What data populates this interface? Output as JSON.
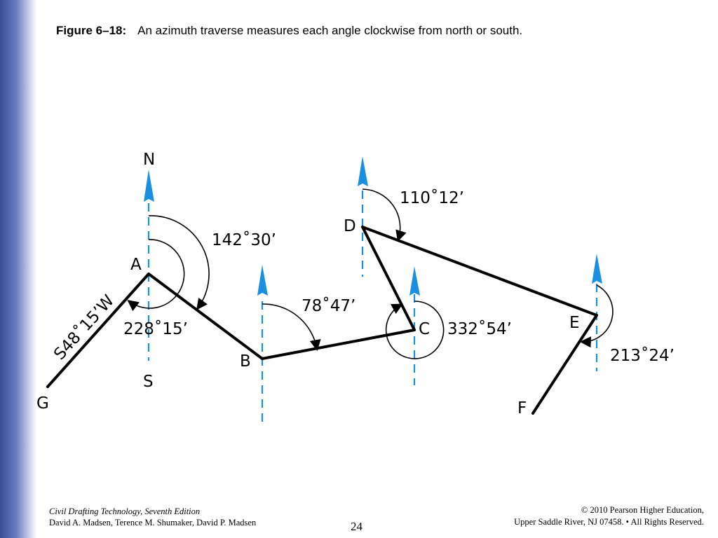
{
  "figure": {
    "label": "Figure 6–18:",
    "caption": "An azimuth traverse measures each angle clockwise from north or south."
  },
  "diagram": {
    "stations": [
      "A",
      "B",
      "C",
      "D",
      "E",
      "F",
      "G"
    ],
    "directions": {
      "north": "N",
      "south": "S"
    },
    "angles": {
      "a_north": "142˚30’",
      "a_south": "228˚15’",
      "b": "78˚47’",
      "c": "332˚54’",
      "d": "110˚12’",
      "e": "213˚24’"
    },
    "bearing_ag": "S48˚15’W",
    "colors": {
      "arrow": "#1a8fe0",
      "line": "#000000"
    }
  },
  "footer": {
    "book_title": "Civil Drafting Technology, Seventh Edition",
    "authors": "David A. Madsen, Terence M. Shumaker, David P. Madsen",
    "page_number": "24",
    "copyright": "© 2010 Pearson Higher Education,",
    "address": "Upper Saddle River, NJ 07458. • All Rights Reserved."
  }
}
